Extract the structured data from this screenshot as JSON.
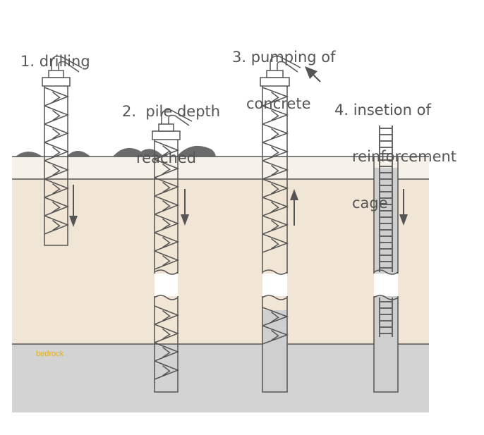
{
  "steps": [
    {
      "label_lines": [
        "1. drilling"
      ]
    },
    {
      "label_lines": [
        "2.  pile depth",
        "reached"
      ]
    },
    {
      "label_lines": [
        "3. pumping of",
        "concrete"
      ]
    },
    {
      "label_lines": [
        "4. insetion of",
        "reinforcement",
        "cage"
      ]
    }
  ],
  "layers": {
    "bedrock_label": "bedrock"
  },
  "colors": {
    "topsoil": "#f6f2e9",
    "soil": "#f1e6d6",
    "bedrock": "#d3d3d3",
    "line": "#555555",
    "auger_fill": "#eeeeee",
    "concrete": "#cfcfcf",
    "bedrock_text": "#e2b21a",
    "rocks": "#6b6b6b"
  }
}
